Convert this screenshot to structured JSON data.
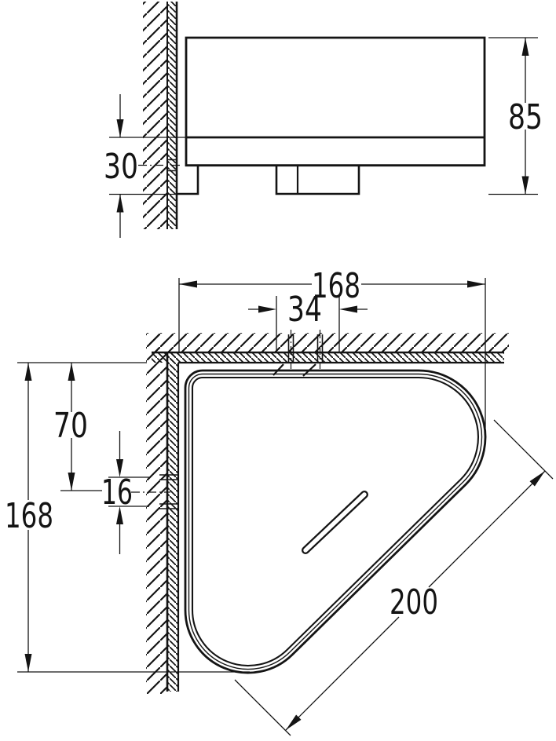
{
  "page": {
    "background": "#ffffff",
    "line_color": "#141414",
    "type_label": "technical-dimension-drawing"
  },
  "side_view": {
    "dim_height": "85",
    "dim_wall_offset": "30"
  },
  "plan_view": {
    "dim_width": "168",
    "dim_hole_spacing": "34",
    "dim_top_offset": "70",
    "dim_slot_gap": "16",
    "dim_depth": "168",
    "dim_diagonal": "200"
  }
}
